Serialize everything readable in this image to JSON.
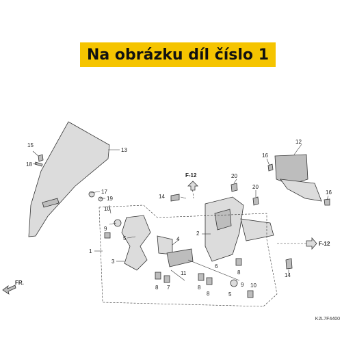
{
  "banner": {
    "text": "Na obrázku díl číslo 1"
  },
  "diagram": {
    "code": "K2L7F4400",
    "ref_top": "F-12",
    "ref_right": "F-12",
    "direction": "FR.",
    "callouts": {
      "c1": "1",
      "c2": "2",
      "c3": "3",
      "c4": "4",
      "c5": "5",
      "c6": "6",
      "c7": "7",
      "c8a": "8",
      "c8b": "8",
      "c8c": "8",
      "c8d": "8",
      "c9a": "9",
      "c9b": "9",
      "c10a": "10",
      "c10b": "10",
      "c11": "11",
      "c12": "12",
      "c13": "13",
      "c14a": "14",
      "c14b": "14",
      "c15": "15",
      "c16a": "16",
      "c16b": "16",
      "c17": "17",
      "c18": "18",
      "c19": "19",
      "c20a": "20",
      "c20b": "20"
    }
  },
  "colors": {
    "banner": "#f5c400"
  }
}
